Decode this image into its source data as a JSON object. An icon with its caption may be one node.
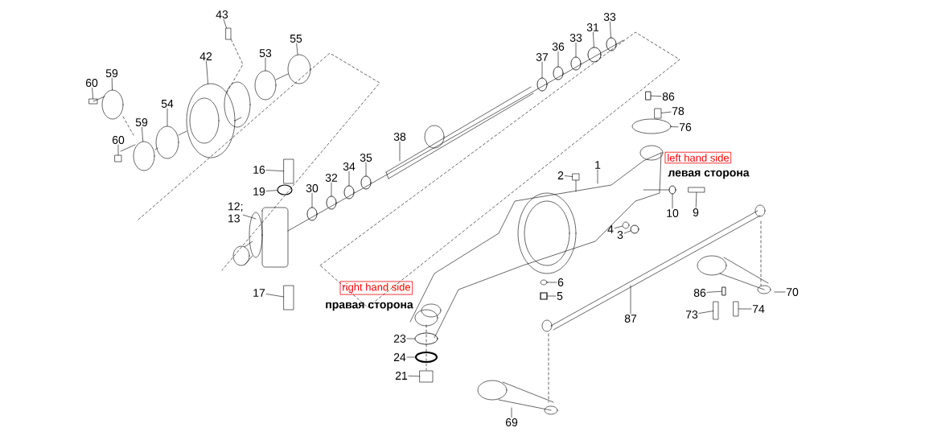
{
  "diagram": {
    "nodes": [
      {
        "text": [
          "43"
        ]
      },
      {
        "text": [
          "42"
        ]
      },
      {
        "text": [
          "53"
        ]
      },
      {
        "text": [
          "55"
        ]
      },
      {
        "text": [
          "59"
        ]
      },
      {
        "text": [
          "60"
        ]
      },
      {
        "text": [
          "54"
        ]
      },
      {
        "text": [
          "59"
        ]
      },
      {
        "text": [
          "60"
        ]
      },
      {
        "text": [
          "16"
        ]
      },
      {
        "text": [
          "19"
        ]
      },
      {
        "text": [
          "12; 13"
        ]
      },
      {
        "text": [
          "17"
        ]
      },
      {
        "text": [
          "30"
        ]
      },
      {
        "text": [
          "32"
        ]
      },
      {
        "text": [
          "34"
        ]
      },
      {
        "text": [
          "35"
        ]
      },
      {
        "text": [
          "38"
        ]
      },
      {
        "text": [
          "37"
        ]
      },
      {
        "text": [
          "36"
        ]
      },
      {
        "text": [
          "33"
        ]
      },
      {
        "text": [
          "31"
        ]
      },
      {
        "text": [
          "33"
        ]
      },
      {
        "text": [
          "86"
        ]
      },
      {
        "text": [
          "78"
        ]
      },
      {
        "text": [
          "76"
        ]
      },
      {
        "text": [
          "1"
        ]
      },
      {
        "text": [
          "2"
        ]
      },
      {
        "text": [
          "10"
        ]
      },
      {
        "text": [
          "9"
        ]
      },
      {
        "text": [
          "4"
        ]
      },
      {
        "text": [
          "3"
        ]
      },
      {
        "text": [
          "6"
        ]
      },
      {
        "text": [
          "5"
        ]
      },
      {
        "text": [
          "87"
        ]
      },
      {
        "text": [
          "86"
        ]
      },
      {
        "text": [
          "73"
        ]
      },
      {
        "text": [
          "74"
        ]
      },
      {
        "text": [
          "70"
        ]
      },
      {
        "text": [
          "23"
        ]
      },
      {
        "text": [
          "24"
        ]
      },
      {
        "text": [
          "21"
        ]
      },
      {
        "text": [
          "69"
        ]
      },
      {
        "text": [],
        "shape": "box"
      },
      {
        "text": [],
        "shape": "circle"
      },
      {
        "text": [],
        "shape": "circle"
      },
      {
        "text": [],
        "shape": "circle"
      },
      {
        "text": [],
        "shape": "circle"
      },
      {
        "text": [],
        "shape": "box"
      },
      {
        "text": [],
        "shape": "circle"
      },
      {
        "text": [],
        "shape": "circle"
      },
      {
        "text": [],
        "shape": "box"
      },
      {
        "text": [],
        "shape": "box"
      },
      {
        "text": [],
        "shape": "circle"
      },
      {
        "text": [],
        "shape": "box"
      },
      {
        "text": [],
        "shape": "circle"
      },
      {
        "text": [],
        "shape": "circle"
      },
      {
        "text": [],
        "shape": "circle"
      },
      {
        "text": [],
        "shape": "circle"
      },
      {
        "text": [],
        "shape": "circle"
      },
      {
        "text": [],
        "shape": "circle"
      },
      {
        "text": [],
        "shape": "circle"
      },
      {
        "text": [],
        "shape": "circle"
      },
      {
        "text": [],
        "shape": "circle"
      },
      {
        "text": [],
        "shape": "box"
      },
      {
        "text": [],
        "shape": "box"
      },
      {
        "text": [],
        "shape": "circle"
      },
      {
        "text": [],
        "shape": "box"
      },
      {
        "text": [],
        "shape": "circle"
      },
      {
        "text": [],
        "shape": "box"
      },
      {
        "text": [],
        "shape": "circle"
      },
      {
        "text": [],
        "shape": "circle"
      },
      {
        "text": [],
        "shape": "circle"
      },
      {
        "text": [],
        "shape": "box"
      },
      {
        "text": [],
        "shape": "box"
      },
      {
        "text": [],
        "shape": "box"
      },
      {
        "text": [],
        "shape": "box"
      },
      {
        "text": [],
        "shape": "circle"
      },
      {
        "text": [],
        "shape": "circle"
      },
      {
        "text": [],
        "shape": "box"
      }
    ],
    "edges": [
      {
        "from": 0,
        "to": 43,
        "arrow": "none"
      },
      {
        "from": 1,
        "to": 44,
        "arrow": "none"
      },
      {
        "from": 2,
        "to": 45,
        "arrow": "none"
      },
      {
        "from": 3,
        "to": 46,
        "arrow": "none"
      },
      {
        "from": 4,
        "to": 47,
        "arrow": "none"
      },
      {
        "from": 5,
        "to": 48,
        "arrow": "none"
      },
      {
        "from": 6,
        "to": 49,
        "arrow": "none"
      },
      {
        "from": 7,
        "to": 50,
        "arrow": "none"
      },
      {
        "from": 8,
        "to": 51,
        "arrow": "none"
      },
      {
        "from": 9,
        "to": 52,
        "arrow": "none"
      },
      {
        "from": 10,
        "to": 53,
        "arrow": "none"
      },
      {
        "from": 11,
        "to": null,
        "arrow": "none"
      },
      {
        "from": 12,
        "to": 54,
        "arrow": "none"
      },
      {
        "from": 13,
        "to": 55,
        "arrow": "none"
      },
      {
        "from": 14,
        "to": 56,
        "arrow": "none"
      },
      {
        "from": 15,
        "to": 57,
        "arrow": "none"
      },
      {
        "from": 16,
        "to": 58,
        "arrow": "none"
      },
      {
        "from": 17,
        "to": null,
        "arrow": "none"
      },
      {
        "from": 18,
        "to": 59,
        "arrow": "none"
      },
      {
        "from": 19,
        "to": 60,
        "arrow": "none"
      },
      {
        "from": 20,
        "to": 61,
        "arrow": "none"
      },
      {
        "from": 21,
        "to": 62,
        "arrow": "none"
      },
      {
        "from": 22,
        "to": 63,
        "arrow": "none"
      },
      {
        "from": 23,
        "to": 64,
        "arrow": "none"
      },
      {
        "from": 24,
        "to": 65,
        "arrow": "none"
      },
      {
        "from": 25,
        "to": 66,
        "arrow": "none"
      },
      {
        "from": 26,
        "to": null,
        "arrow": "none"
      },
      {
        "from": 27,
        "to": 67,
        "arrow": "none"
      },
      {
        "from": 28,
        "to": 68,
        "arrow": "none"
      },
      {
        "from": 29,
        "to": 69,
        "arrow": "none"
      },
      {
        "from": 30,
        "to": 70,
        "arrow": "none"
      },
      {
        "from": 31,
        "to": 71,
        "arrow": "none"
      },
      {
        "from": 32,
        "to": 72,
        "arrow": "none"
      },
      {
        "from": 33,
        "to": 73,
        "arrow": "none"
      },
      {
        "from": 34,
        "to": null,
        "arrow": "none"
      },
      {
        "from": 35,
        "to": 74,
        "arrow": "none"
      },
      {
        "from": 36,
        "to": 75,
        "arrow": "none"
      },
      {
        "from": 37,
        "to": 76,
        "arrow": "none"
      },
      {
        "from": 38,
        "to": null,
        "arrow": "none"
      },
      {
        "from": 39,
        "to": 77,
        "arrow": "none"
      },
      {
        "from": 40,
        "to": 78,
        "arrow": "none"
      },
      {
        "from": 41,
        "to": 79,
        "arrow": "none"
      },
      {
        "from": 42,
        "to": null,
        "arrow": "none"
      },
      {
        "from": 43,
        "to": 44,
        "arrow": "none",
        "style": "dashed"
      }
    ],
    "labels": [
      "left hand side",
      "левая сторона",
      "right hand side",
      "правая сторона"
    ]
  }
}
